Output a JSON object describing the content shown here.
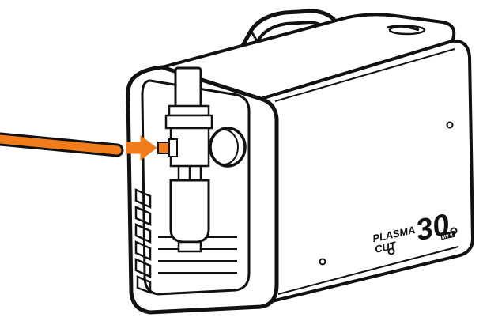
{
  "brand": {
    "line1": "PLASMA",
    "line2": "CUT",
    "model_number": "30",
    "model_suffix": "MV II"
  },
  "colors": {
    "outline": "#111111",
    "body": "#ffffff",
    "arrow": "#f07d1a",
    "hose": "#f07d1a"
  },
  "icons": {
    "arrow": "arrow-right-icon",
    "handle": "carry-handle",
    "regulator": "air-regulator",
    "knob": "pressure-knob"
  }
}
